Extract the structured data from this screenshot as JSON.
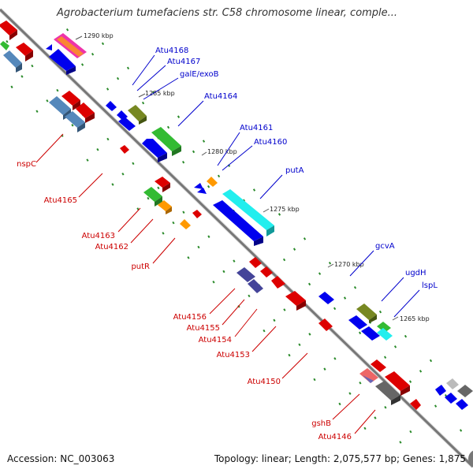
{
  "title": "Agrobacterium tumefaciens str. C58 chromosome linear, comple...",
  "footer": {
    "accession": "Accession: NC_003063",
    "summary": "Topology: linear; Length: 2,075,577 bp; Genes: 1,875"
  },
  "colors": {
    "forward_label": "#0000cc",
    "reverse_label": "#cc0000",
    "backbone": "#777777",
    "tick": "#2a8a2a"
  },
  "scale_marks": [
    "1290 kbp",
    "1285 kbp",
    "1280 kbp",
    "1275 kbp",
    "1270 kbp",
    "1265 kbp"
  ],
  "gene_labels": [
    {
      "text": "Atu4168",
      "strand": "forward"
    },
    {
      "text": "Atu4167",
      "strand": "forward"
    },
    {
      "text": "galE/exoB",
      "strand": "forward"
    },
    {
      "text": "Atu4164",
      "strand": "forward"
    },
    {
      "text": "Atu4161",
      "strand": "forward"
    },
    {
      "text": "Atu4160",
      "strand": "forward"
    },
    {
      "text": "putA",
      "strand": "forward"
    },
    {
      "text": "gcvA",
      "strand": "forward"
    },
    {
      "text": "ugdH",
      "strand": "forward"
    },
    {
      "text": "lspL",
      "strand": "forward"
    },
    {
      "text": "nspC",
      "strand": "reverse"
    },
    {
      "text": "Atu4165",
      "strand": "reverse"
    },
    {
      "text": "Atu4163",
      "strand": "reverse"
    },
    {
      "text": "Atu4162",
      "strand": "reverse"
    },
    {
      "text": "putR",
      "strand": "reverse"
    },
    {
      "text": "Atu4156",
      "strand": "reverse"
    },
    {
      "text": "Atu4155",
      "strand": "reverse"
    },
    {
      "text": "Atu4154",
      "strand": "reverse"
    },
    {
      "text": "Atu4153",
      "strand": "reverse"
    },
    {
      "text": "Atu4150",
      "strand": "reverse"
    },
    {
      "text": "gshB",
      "strand": "reverse"
    },
    {
      "text": "Atu4146",
      "strand": "reverse"
    }
  ]
}
